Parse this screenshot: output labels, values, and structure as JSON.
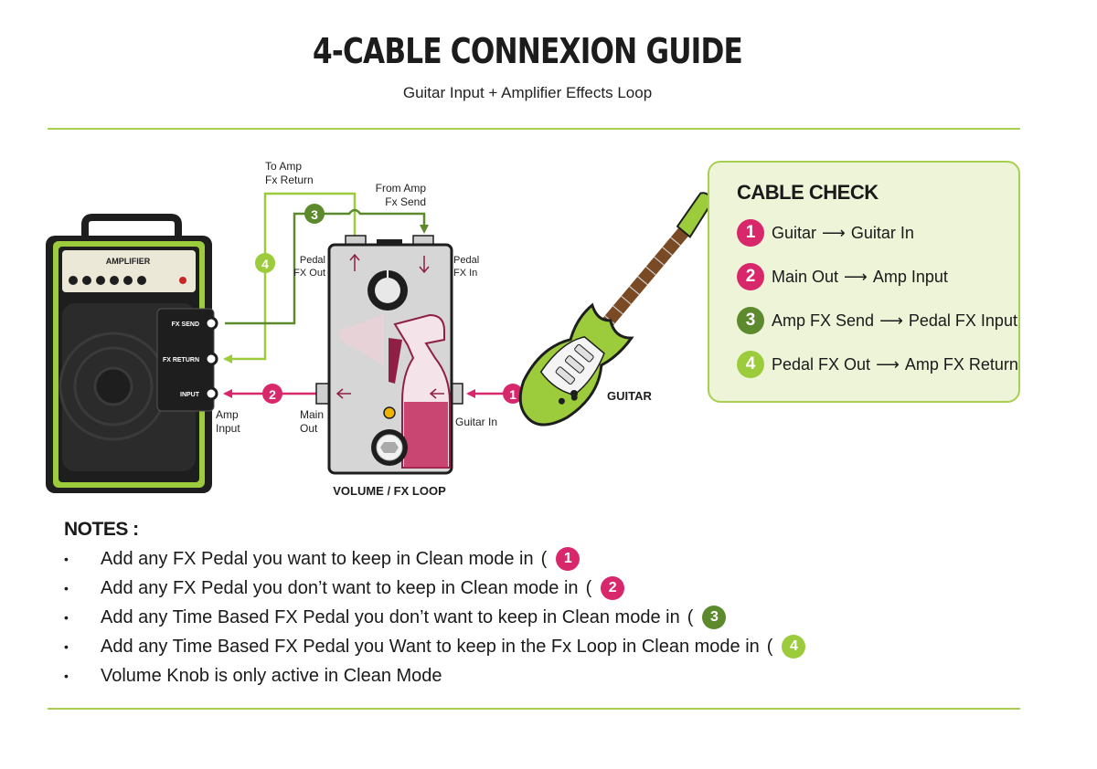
{
  "header": {
    "title": "4-CABLE CONNEXION GUIDE",
    "subtitle": "Guitar Input + Amplifier Effects Loop"
  },
  "amplifier": {
    "label": "AMPLIFIER",
    "jack_fx_send": "FX SEND",
    "jack_fx_return": "FX RETURN",
    "jack_input": "INPUT",
    "amp_input_label_1": "Amp",
    "amp_input_label_2": "Input"
  },
  "pedal": {
    "name": "VOLUME / FX LOOP",
    "fx_out_1": "Pedal",
    "fx_out_2": "FX Out",
    "fx_in_1": "Pedal",
    "fx_in_2": "FX In",
    "main_out_1": "Main",
    "main_out_2": "Out",
    "guitar_in": "Guitar In"
  },
  "cables": {
    "to_amp_return_1": "To Amp",
    "to_amp_return_2": "Fx Return",
    "from_amp_send_1": "From Amp",
    "from_amp_send_2": "Fx Send",
    "n1": "1",
    "n2": "2",
    "n3": "3",
    "n4": "4"
  },
  "guitar": {
    "label": "GUITAR"
  },
  "cable_check": {
    "heading": "CABLE CHECK",
    "rows": [
      {
        "num": "1",
        "from": "Guitar",
        "to": "Guitar In"
      },
      {
        "num": "2",
        "from": "Main Out",
        "to": "Amp Input"
      },
      {
        "num": "3",
        "from": "Amp FX Send",
        "to": "Pedal FX Input"
      },
      {
        "num": "4",
        "from": "Pedal FX Out",
        "to": "Amp FX Return"
      }
    ]
  },
  "notes": {
    "title": "NOTES :",
    "items": [
      {
        "text": "Add any FX Pedal you want to keep in Clean mode in",
        "num": "1"
      },
      {
        "text": "Add any FX Pedal you don’t want to keep in Clean mode in",
        "num": "2"
      },
      {
        "text": "Add any Time Based FX Pedal you don’t  want to keep in Clean mode in",
        "num": "3"
      },
      {
        "text": "Add any Time Based FX Pedal you Want to keep in the Fx Loop in Clean mode in",
        "num": "4"
      },
      {
        "text": "Volume Knob is only active in Clean Mode",
        "num": ""
      }
    ]
  },
  "colors": {
    "accent_green": "#a9cf52",
    "cable_pink": "#d9276b",
    "cable_dark_green": "#5d8a2d",
    "cable_light_green": "#9ccb3b",
    "box_bg": "#eef4d8"
  }
}
